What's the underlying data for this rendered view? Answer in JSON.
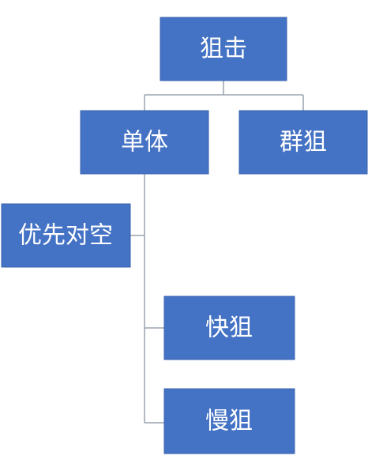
{
  "diagram": {
    "nodes": {
      "root": "狙击",
      "single": "单体",
      "group": "群狙",
      "anti_air": "优先对空",
      "fast": "快狙",
      "slow": "慢狙"
    },
    "colors": {
      "node_fill": "#4472c4",
      "node_text": "#ffffff",
      "connector": "#9aa3ad",
      "background": "#ffffff"
    }
  }
}
